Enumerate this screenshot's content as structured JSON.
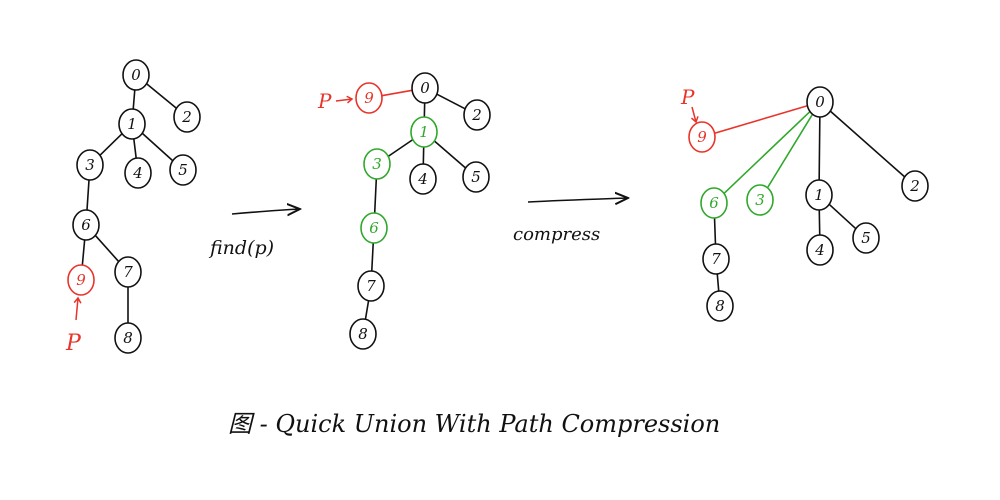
{
  "colors": {
    "ink": "#111111",
    "highlight": "#e8342a",
    "path": "#2fa82b"
  },
  "stages": [
    {
      "nodes": [
        {
          "id": "0",
          "label": "0",
          "style": "normal"
        },
        {
          "id": "1",
          "label": "1",
          "style": "normal"
        },
        {
          "id": "2",
          "label": "2",
          "style": "normal"
        },
        {
          "id": "3",
          "label": "3",
          "style": "normal"
        },
        {
          "id": "4",
          "label": "4",
          "style": "normal"
        },
        {
          "id": "5",
          "label": "5",
          "style": "normal"
        },
        {
          "id": "6",
          "label": "6",
          "style": "normal"
        },
        {
          "id": "9",
          "label": "9",
          "style": "highlight"
        },
        {
          "id": "7",
          "label": "7",
          "style": "normal"
        },
        {
          "id": "8",
          "label": "8",
          "style": "normal"
        }
      ],
      "edges": [
        {
          "from": "0",
          "to": "1",
          "style": "normal"
        },
        {
          "from": "0",
          "to": "2",
          "style": "normal"
        },
        {
          "from": "1",
          "to": "3",
          "style": "normal"
        },
        {
          "from": "1",
          "to": "4",
          "style": "normal"
        },
        {
          "from": "1",
          "to": "5",
          "style": "normal"
        },
        {
          "from": "3",
          "to": "6",
          "style": "normal"
        },
        {
          "from": "6",
          "to": "9",
          "style": "normal"
        },
        {
          "from": "6",
          "to": "7",
          "style": "normal"
        },
        {
          "from": "7",
          "to": "8",
          "style": "normal"
        }
      ],
      "pointer": {
        "label": "P",
        "target": "9"
      }
    },
    {
      "nodes": [
        {
          "id": "0",
          "label": "0",
          "style": "normal"
        },
        {
          "id": "9",
          "label": "9",
          "style": "highlight"
        },
        {
          "id": "1",
          "label": "1",
          "style": "path"
        },
        {
          "id": "2",
          "label": "2",
          "style": "normal"
        },
        {
          "id": "3",
          "label": "3",
          "style": "path"
        },
        {
          "id": "4",
          "label": "4",
          "style": "normal"
        },
        {
          "id": "5",
          "label": "5",
          "style": "normal"
        },
        {
          "id": "6",
          "label": "6",
          "style": "path"
        },
        {
          "id": "7",
          "label": "7",
          "style": "normal"
        },
        {
          "id": "8",
          "label": "8",
          "style": "normal"
        }
      ],
      "edges": [
        {
          "from": "9",
          "to": "0",
          "style": "highlight"
        },
        {
          "from": "0",
          "to": "1",
          "style": "normal"
        },
        {
          "from": "0",
          "to": "2",
          "style": "normal"
        },
        {
          "from": "1",
          "to": "3",
          "style": "normal"
        },
        {
          "from": "1",
          "to": "4",
          "style": "normal"
        },
        {
          "from": "1",
          "to": "5",
          "style": "normal"
        },
        {
          "from": "3",
          "to": "6",
          "style": "normal"
        },
        {
          "from": "6",
          "to": "7",
          "style": "normal"
        },
        {
          "from": "7",
          "to": "8",
          "style": "normal"
        }
      ],
      "pointer": {
        "label": "P",
        "target": "9"
      }
    },
    {
      "nodes": [
        {
          "id": "0",
          "label": "0",
          "style": "normal"
        },
        {
          "id": "9",
          "label": "9",
          "style": "highlight"
        },
        {
          "id": "6",
          "label": "6",
          "style": "path"
        },
        {
          "id": "3",
          "label": "3",
          "style": "path"
        },
        {
          "id": "1",
          "label": "1",
          "style": "normal"
        },
        {
          "id": "2",
          "label": "2",
          "style": "normal"
        },
        {
          "id": "7",
          "label": "7",
          "style": "normal"
        },
        {
          "id": "8",
          "label": "8",
          "style": "normal"
        },
        {
          "id": "4",
          "label": "4",
          "style": "normal"
        },
        {
          "id": "5",
          "label": "5",
          "style": "normal"
        }
      ],
      "edges": [
        {
          "from": "0",
          "to": "9",
          "style": "highlight"
        },
        {
          "from": "0",
          "to": "6",
          "style": "path"
        },
        {
          "from": "0",
          "to": "3",
          "style": "path"
        },
        {
          "from": "0",
          "to": "1",
          "style": "normal"
        },
        {
          "from": "0",
          "to": "2",
          "style": "normal"
        },
        {
          "from": "6",
          "to": "7",
          "style": "normal"
        },
        {
          "from": "7",
          "to": "8",
          "style": "normal"
        },
        {
          "from": "1",
          "to": "4",
          "style": "normal"
        },
        {
          "from": "1",
          "to": "5",
          "style": "normal"
        }
      ],
      "pointer": {
        "label": "P",
        "target": "9"
      }
    }
  ],
  "transitions": [
    {
      "label": "find(p)"
    },
    {
      "label": "compress"
    }
  ],
  "caption": "图 - Quick Union With Path Compression"
}
